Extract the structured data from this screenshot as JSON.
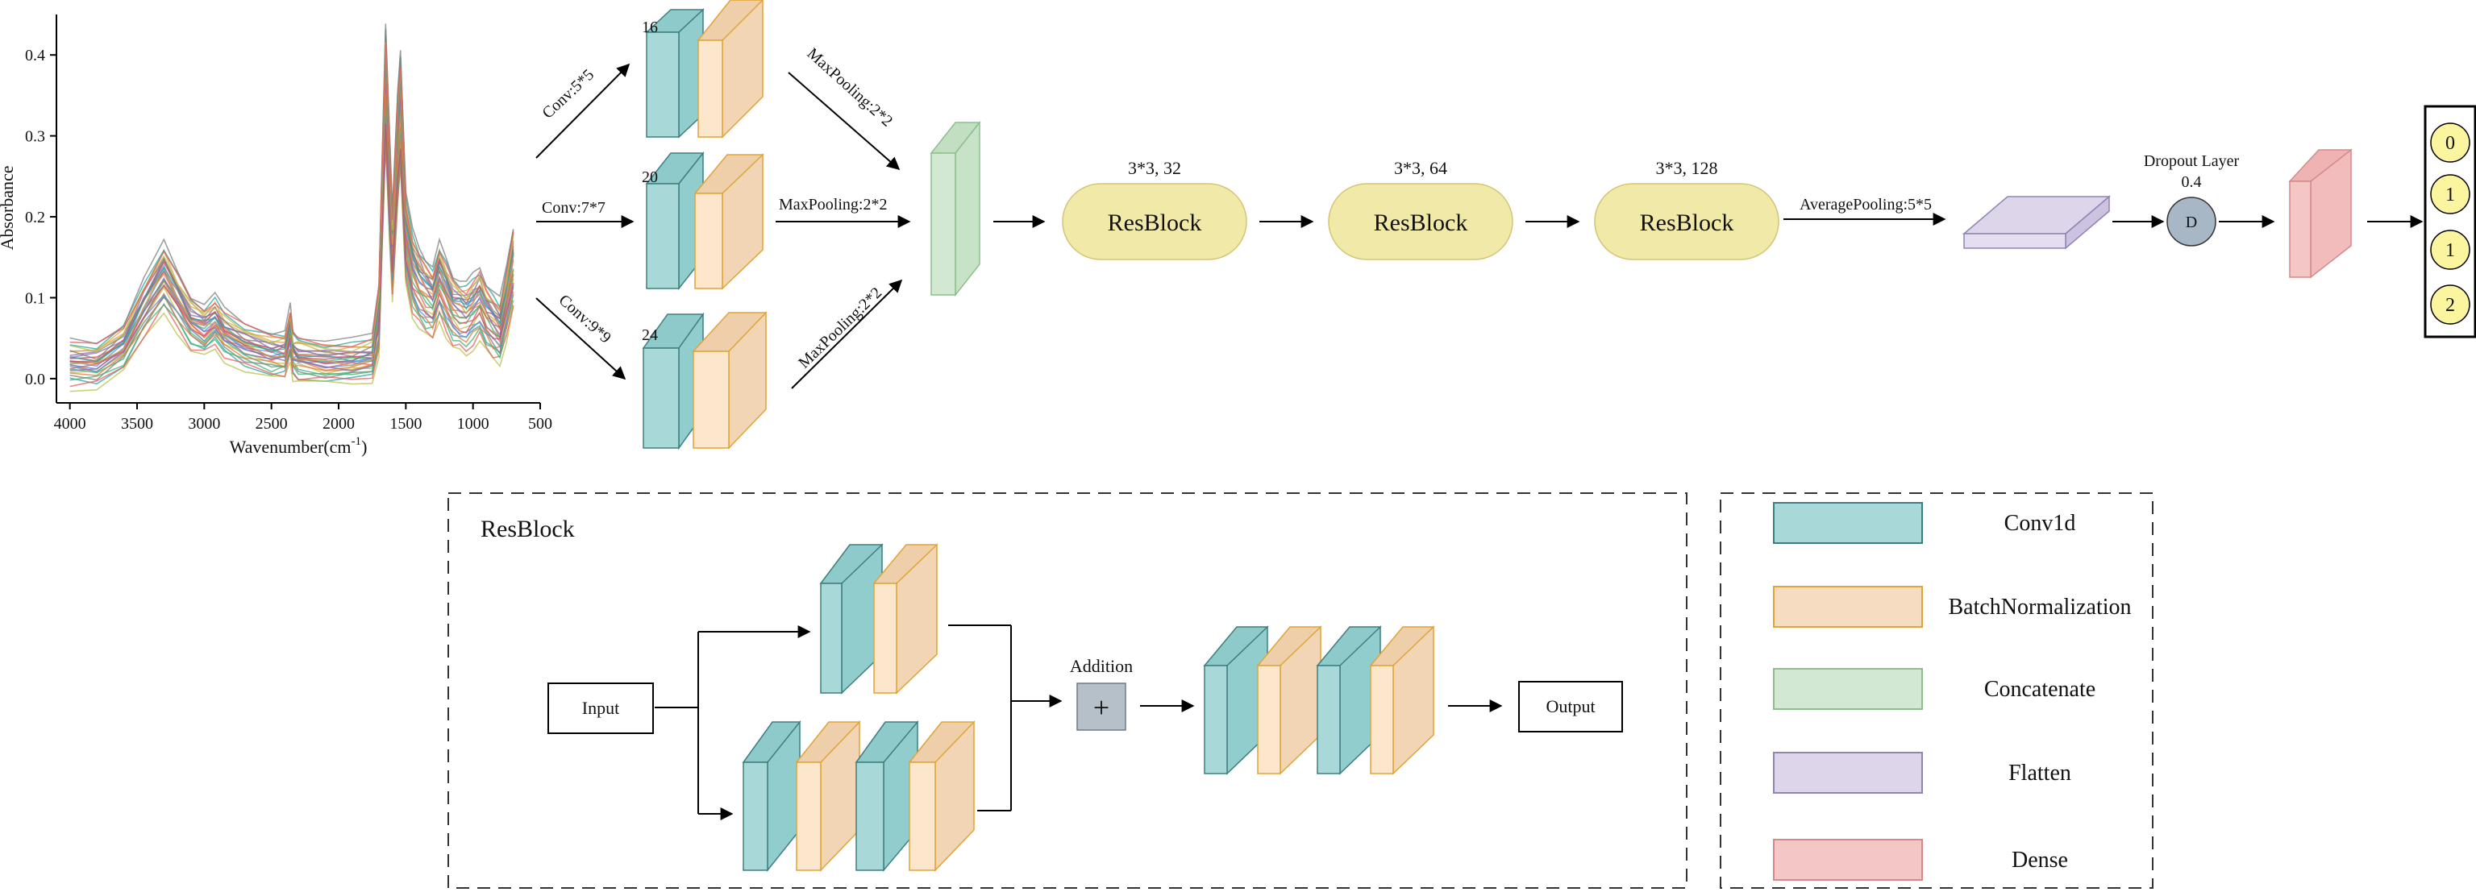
{
  "colors": {
    "conv": "#a9d8d8",
    "bn": "#f6dcc0",
    "concat": "#d3e8d3",
    "flatten": "#ddd5ea",
    "dense": "#f5c6c6",
    "resblock": "#f1e9a8",
    "output_node": "#fbf5a0",
    "dropout": "#a7b7c6",
    "addition": "#b5c0c9"
  },
  "spectrum": {
    "ylabel": "Absorbance",
    "xlabel": "Wavenumber(cm",
    "xlabel_sup": "-1",
    "xlabel_end": ")",
    "xticks": [
      "4000",
      "3500",
      "3000",
      "2500",
      "2000",
      "1500",
      "1000",
      "500"
    ],
    "yticks": [
      "0.0",
      "0.1",
      "0.2",
      "0.3",
      "0.4"
    ]
  },
  "chart_data": {
    "type": "line",
    "xlabel": "Wavenumber(cm-1)",
    "ylabel": "Absorbance",
    "xlim": [
      4100,
      500
    ],
    "ylim": [
      -0.03,
      0.45
    ],
    "x": [
      4000,
      3800,
      3600,
      3450,
      3300,
      3200,
      3100,
      3000,
      2920,
      2850,
      2700,
      2500,
      2400,
      2360,
      2340,
      2300,
      2100,
      1900,
      1750,
      1700,
      1680,
      1650,
      1620,
      1600,
      1560,
      1540,
      1500,
      1450,
      1400,
      1350,
      1300,
      1250,
      1200,
      1150,
      1100,
      1050,
      1000,
      950,
      900,
      850,
      800,
      750,
      700
    ],
    "series": [
      {
        "values": [
          0.02,
          0.018,
          0.04,
          0.09,
          0.13,
          0.1,
          0.07,
          0.06,
          0.07,
          0.055,
          0.04,
          0.03,
          0.03,
          0.06,
          0.03,
          0.025,
          0.02,
          0.02,
          0.025,
          0.08,
          0.2,
          0.38,
          0.25,
          0.16,
          0.3,
          0.35,
          0.18,
          0.14,
          0.12,
          0.11,
          0.1,
          0.13,
          0.11,
          0.09,
          0.085,
          0.08,
          0.09,
          0.1,
          0.08,
          0.07,
          0.06,
          0.1,
          0.15
        ]
      },
      {
        "values": [
          0.01,
          0.008,
          0.03,
          0.075,
          0.11,
          0.085,
          0.06,
          0.05,
          0.06,
          0.045,
          0.03,
          0.02,
          0.02,
          0.045,
          0.02,
          0.015,
          0.01,
          0.01,
          0.015,
          0.06,
          0.17,
          0.33,
          0.21,
          0.13,
          0.26,
          0.3,
          0.15,
          0.11,
          0.095,
          0.085,
          0.08,
          0.105,
          0.085,
          0.07,
          0.065,
          0.06,
          0.07,
          0.08,
          0.06,
          0.05,
          0.04,
          0.08,
          0.12
        ]
      },
      {
        "values": [
          0.03,
          0.028,
          0.05,
          0.105,
          0.15,
          0.115,
          0.085,
          0.075,
          0.085,
          0.068,
          0.052,
          0.04,
          0.04,
          0.072,
          0.04,
          0.035,
          0.03,
          0.03,
          0.035,
          0.1,
          0.23,
          0.42,
          0.28,
          0.19,
          0.34,
          0.39,
          0.21,
          0.165,
          0.145,
          0.13,
          0.12,
          0.15,
          0.13,
          0.11,
          0.105,
          0.1,
          0.11,
          0.12,
          0.1,
          0.09,
          0.08,
          0.12,
          0.17
        ]
      },
      {
        "values": [
          0.0,
          0.0,
          0.02,
          0.06,
          0.095,
          0.07,
          0.045,
          0.038,
          0.048,
          0.035,
          0.022,
          0.012,
          0.012,
          0.035,
          0.012,
          0.008,
          0.005,
          0.005,
          0.01,
          0.04,
          0.15,
          0.3,
          0.18,
          0.11,
          0.23,
          0.27,
          0.13,
          0.09,
          0.075,
          0.065,
          0.06,
          0.085,
          0.065,
          0.05,
          0.045,
          0.04,
          0.05,
          0.06,
          0.045,
          0.035,
          0.03,
          0.06,
          0.1
        ]
      },
      {
        "values": [
          0.025,
          0.022,
          0.045,
          0.095,
          0.14,
          0.108,
          0.078,
          0.068,
          0.078,
          0.062,
          0.046,
          0.035,
          0.035,
          0.065,
          0.035,
          0.03,
          0.025,
          0.025,
          0.03,
          0.09,
          0.215,
          0.4,
          0.265,
          0.175,
          0.32,
          0.37,
          0.195,
          0.15,
          0.13,
          0.12,
          0.11,
          0.14,
          0.12,
          0.1,
          0.095,
          0.09,
          0.1,
          0.11,
          0.09,
          0.08,
          0.07,
          0.11,
          0.16
        ]
      }
    ]
  },
  "branches": {
    "conv5": {
      "label": "Conv:5*5",
      "channels": "16",
      "pool_label": "MaxPooling:2*2"
    },
    "conv7": {
      "label": "Conv:7*7",
      "channels": "20",
      "pool_label": "MaxPooling:2*2"
    },
    "conv9": {
      "label": "Conv:9*9",
      "channels": "24",
      "pool_label": "MaxPooling:2*2"
    }
  },
  "resblocks": [
    {
      "name": "ResBlock",
      "params": "3*3, 32"
    },
    {
      "name": "ResBlock",
      "params": "3*3, 64"
    },
    {
      "name": "ResBlock",
      "params": "3*3, 128"
    }
  ],
  "avgpool_label": "AveragePooling:5*5",
  "dropout": {
    "title": "Dropout Layer",
    "rate": "0.4",
    "symbol": "D"
  },
  "outputs": [
    "0",
    "1",
    "1",
    "2"
  ],
  "resblock_detail": {
    "title": "ResBlock",
    "input": "Input",
    "output": "Output",
    "addition": "Addition",
    "plus": "+"
  },
  "legend": [
    {
      "label": "Conv1d",
      "color": "#a9d8d8"
    },
    {
      "label": "BatchNormalization",
      "color": "#f6dcc0"
    },
    {
      "label": "Concatenate",
      "color": "#d3e8d3"
    },
    {
      "label": "Flatten",
      "color": "#ddd5ea"
    },
    {
      "label": "Dense",
      "color": "#f5c6c6"
    }
  ]
}
